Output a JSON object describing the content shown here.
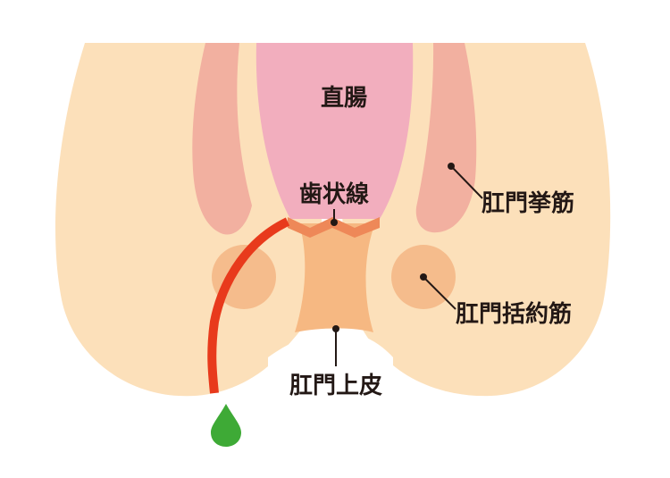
{
  "labels": {
    "rectum": "直腸",
    "dentate_line": "歯状線",
    "levator_ani": "肛門挙筋",
    "anal_sphincter": "肛門括約筋",
    "anoderm": "肛門上皮"
  },
  "colors": {
    "buttock": "#FCE0BA",
    "levator_muscle": "#F2B0A0",
    "rectum": "#F2AEBE",
    "sphincter": "#F5BC8C",
    "anal_canal": "#F6B882",
    "dentate_band": "#EE8858",
    "fistula": "#E83A1C",
    "drop": "#3EAA36",
    "text": "#231815"
  }
}
